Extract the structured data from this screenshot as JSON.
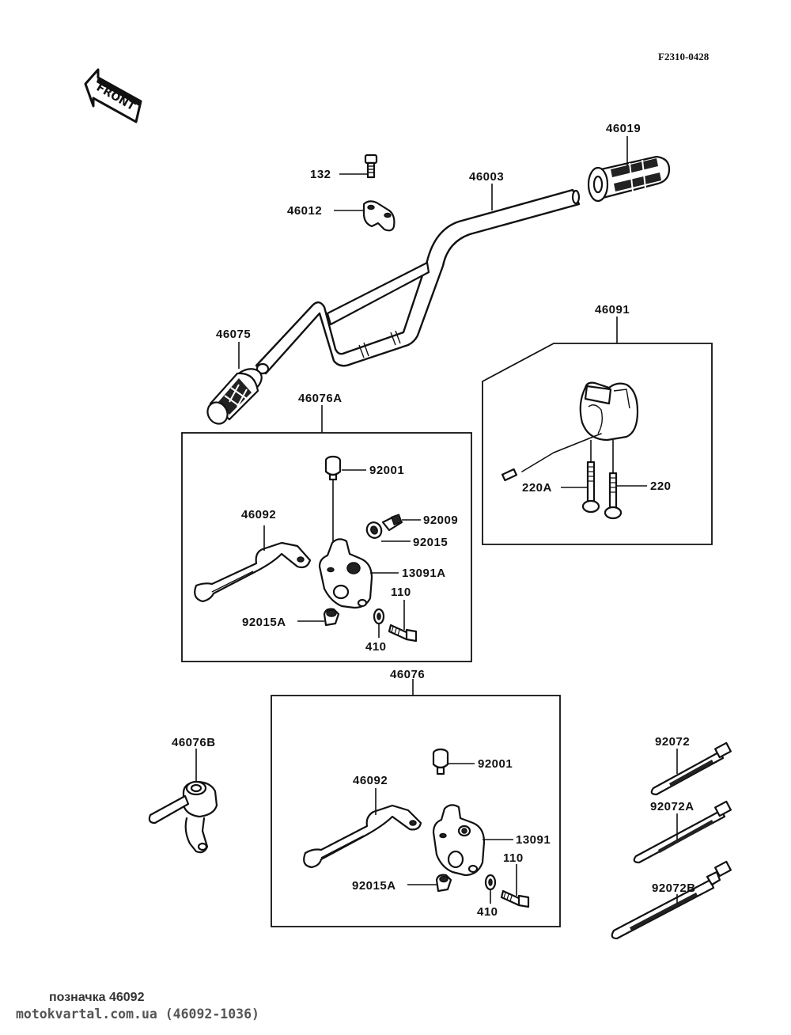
{
  "diagram": {
    "code": "F2310-0428",
    "front_label": "FRONT",
    "parts": {
      "p132": "132",
      "p46012": "46012",
      "p46003": "46003",
      "p46019": "46019",
      "p46075": "46075",
      "p46091": "46091",
      "p220A": "220A",
      "p220": "220",
      "p46076A": "46076A",
      "a_92001": "92001",
      "a_46092": "46092",
      "a_92009": "92009",
      "a_92015": "92015",
      "a_13091A": "13091A",
      "a_110": "110",
      "a_92015A": "92015A",
      "a_410": "410",
      "p46076": "46076",
      "p46076B": "46076B",
      "b_92001": "92001",
      "b_46092": "46092",
      "b_13091": "13091",
      "b_110": "110",
      "b_92015A": "92015A",
      "b_410": "410",
      "p92072": "92072",
      "p92072A": "92072A",
      "p92072B": "92072B"
    }
  },
  "footer": {
    "caption": "позначка 46092",
    "source": "motokvartal.com.ua (46092-1036)"
  }
}
